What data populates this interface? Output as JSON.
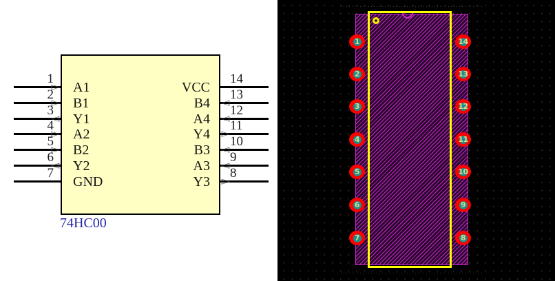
{
  "schematic": {
    "part_label": "74HC00",
    "left_pins": [
      {
        "number": "1",
        "name": "A1",
        "arrow": "▷"
      },
      {
        "number": "2",
        "name": "B1",
        "arrow": "▷"
      },
      {
        "number": "3",
        "name": "Y1",
        "arrow": "◁"
      },
      {
        "number": "4",
        "name": "A2",
        "arrow": "▷"
      },
      {
        "number": "5",
        "name": "B2",
        "arrow": "▷"
      },
      {
        "number": "6",
        "name": "Y2",
        "arrow": "◁"
      },
      {
        "number": "7",
        "name": "GND",
        "arrow": ""
      }
    ],
    "right_pins": [
      {
        "number": "14",
        "name": "VCC",
        "arrow": ""
      },
      {
        "number": "13",
        "name": "B4",
        "arrow": "◁"
      },
      {
        "number": "12",
        "name": "A4",
        "arrow": "◁"
      },
      {
        "number": "11",
        "name": "Y4",
        "arrow": "▷"
      },
      {
        "number": "10",
        "name": "B3",
        "arrow": "◁"
      },
      {
        "number": "9",
        "name": "A3",
        "arrow": "◁"
      },
      {
        "number": "8",
        "name": "Y3",
        "arrow": "▷"
      }
    ],
    "colors": {
      "body_fill": "#FFFFC4",
      "body_border": "#000000",
      "text": "#141414",
      "part_label": "#2323A8"
    }
  },
  "footprint": {
    "pads_left": [
      "1",
      "2",
      "3",
      "4",
      "5",
      "6",
      "7"
    ],
    "pads_right": [
      "14",
      "13",
      "12",
      "11",
      "10",
      "9",
      "8"
    ],
    "colors": {
      "background": "#000000",
      "pad": "#FD0000",
      "hole": "#1D8C8C",
      "pad_number": "#D6DC8A",
      "silkscreen": "#FFFF00",
      "hatch": "#C428C4"
    }
  }
}
